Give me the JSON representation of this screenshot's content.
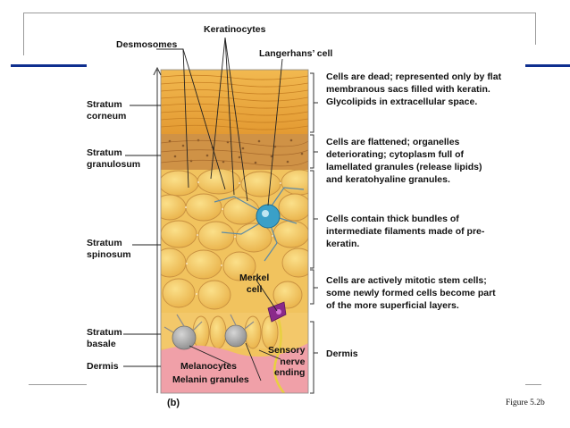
{
  "labels": {
    "keratinocytes": "Keratinocytes",
    "desmosomes": "Desmosomes",
    "langerhans": "Langerhans’ cell",
    "merkel_cell": [
      "Merkel",
      "cell"
    ],
    "sensory_nerve": [
      "Sensory",
      "nerve",
      "ending"
    ],
    "melanocytes": "Melanocytes",
    "melanin_granules": "Melanin granules",
    "dermis_bottom": "Dermis",
    "panel_letter": "(b)"
  },
  "layers": [
    {
      "lines": [
        "Stratum",
        "corneum"
      ]
    },
    {
      "lines": [
        "Stratum",
        "granulosum"
      ]
    },
    {
      "lines": [
        "Stratum",
        "spinosum"
      ]
    },
    {
      "lines": [
        "Stratum",
        "basale"
      ]
    },
    {
      "lines": [
        "Dermis"
      ]
    }
  ],
  "descriptions": [
    {
      "lines": [
        "Cells are dead; represented only by flat",
        "membranous sacs filled with keratin.",
        "Glycolipids in extracellular space."
      ]
    },
    {
      "lines": [
        "Cells are flattened; organelles",
        "deteriorating; cytoplasm full of",
        "lamellated granules (release lipids)",
        "and keratohyaline granules."
      ]
    },
    {
      "lines": [
        "Cells contain thick bundles of",
        "intermediate filaments made of pre-",
        "keratin."
      ]
    },
    {
      "lines": [
        "Cells are actively mitotic stem cells;",
        "some newly formed cells become part",
        "of the more superficial layers."
      ]
    },
    {
      "lines": [
        "Dermis"
      ]
    }
  ],
  "figure_caption": "Figure 5.2b",
  "colors": {
    "slide_accent": "#0f2f8f",
    "corneum": "#e9a43a",
    "granulosum": "#c98a3e",
    "spinosum": "#f2c560",
    "dermis": "#f0a0a8",
    "langerhans_cell": "#3aa0c8",
    "merkel_cell": "#8a2a8a",
    "melanocyte": "#9a9a9a"
  }
}
